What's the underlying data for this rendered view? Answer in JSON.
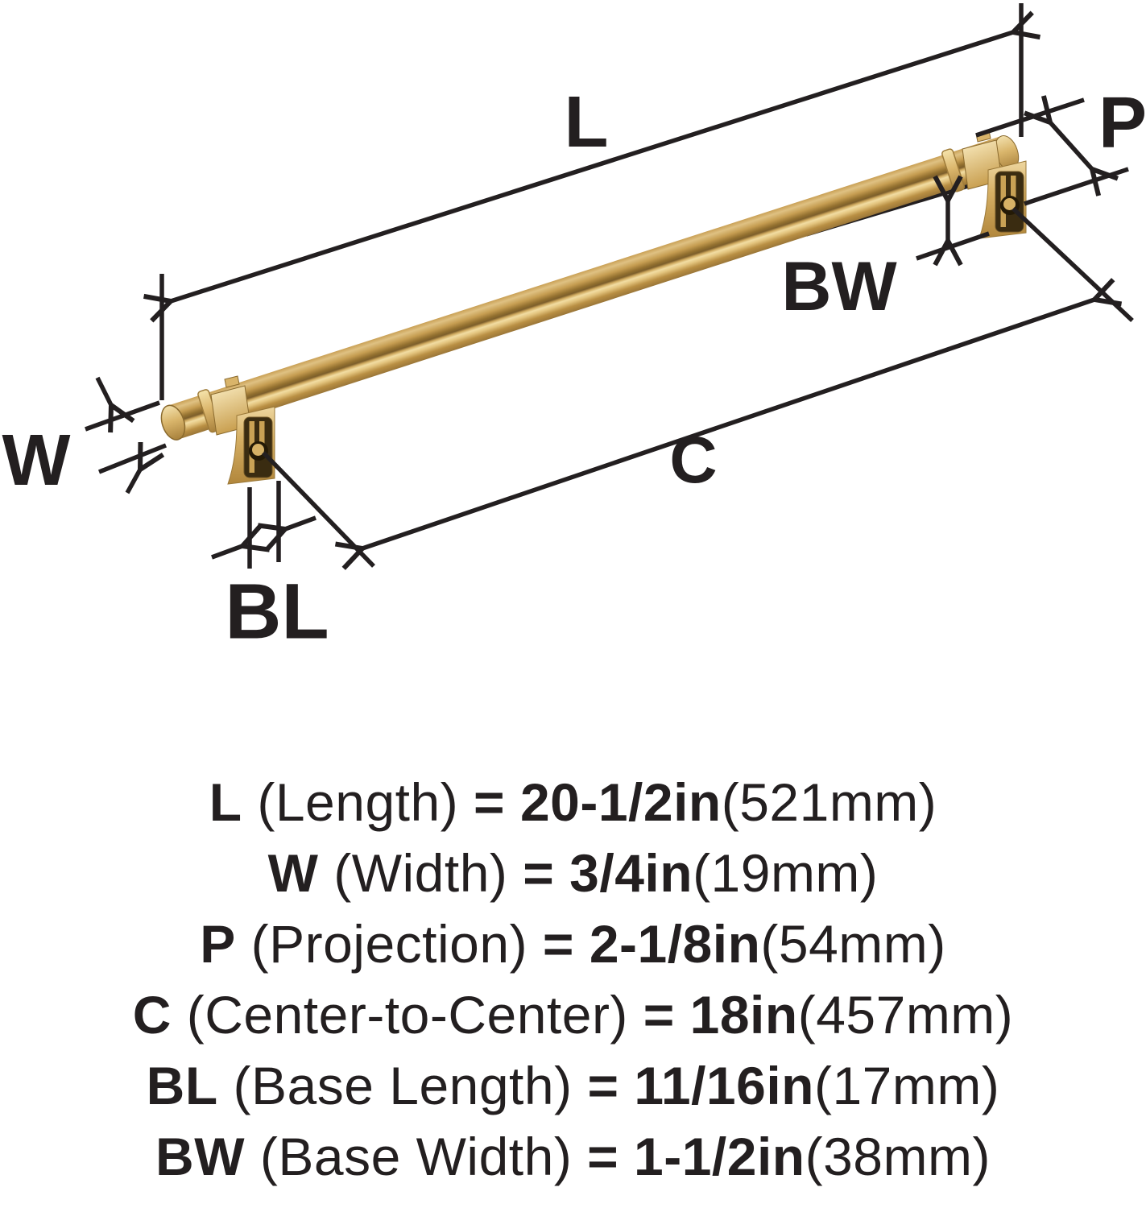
{
  "diagram": {
    "labels": {
      "length": "L",
      "width": "W",
      "projection": "P",
      "center_to_center": "C",
      "base_length": "BL",
      "base_width": "BW"
    },
    "colors": {
      "line": "#231f20",
      "gold_highlight": "#f2dda3",
      "gold_mid": "#c9a055",
      "gold_shadow": "#7c5e2b",
      "background": "#ffffff"
    }
  },
  "specs": {
    "rows": [
      {
        "code": "L",
        "name": "(Length)",
        "eq": "=",
        "value": "20-1/2in",
        "metric": "(521mm)"
      },
      {
        "code": "W",
        "name": "(Width)",
        "eq": "=",
        "value": "3/4in",
        "metric": "(19mm)"
      },
      {
        "code": "P",
        "name": "(Projection)",
        "eq": "=",
        "value": "2-1/8in",
        "metric": "(54mm)"
      },
      {
        "code": "C",
        "name": "(Center-to-Center)",
        "eq": "=",
        "value": "18in",
        "metric": "(457mm)"
      },
      {
        "code": "BL",
        "name": "(Base Length)",
        "eq": "=",
        "value": "11/16in",
        "metric": "(17mm)"
      },
      {
        "code": "BW",
        "name": "(Base Width)",
        "eq": "=",
        "value": "1-1/2in",
        "metric": "(38mm)"
      }
    ]
  }
}
